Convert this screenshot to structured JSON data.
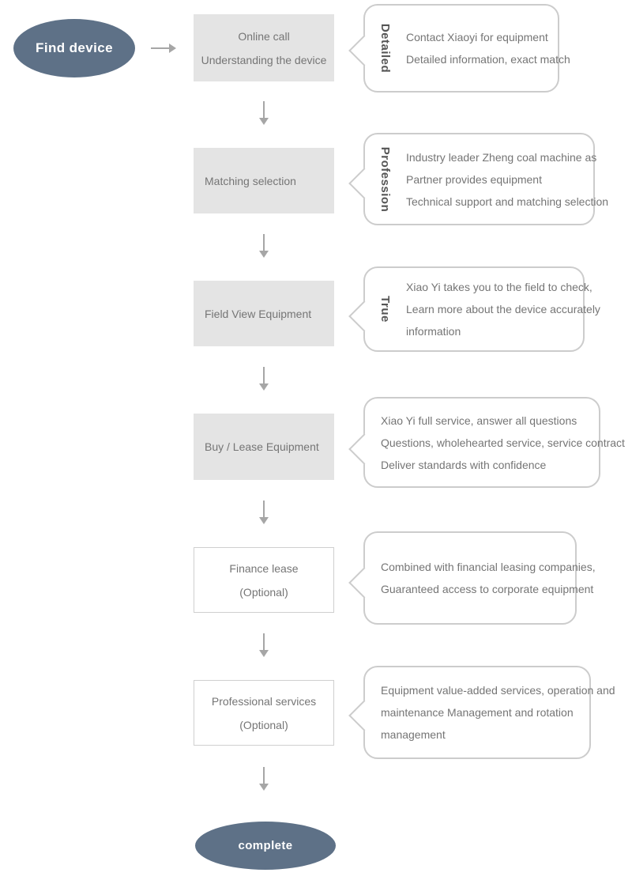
{
  "colors": {
    "node_fill": "#5e7187",
    "box_fill": "#e4e4e4",
    "box_border": "#cfcfcf",
    "bubble_border": "#cccccc",
    "text": "#757575",
    "label": "#555555",
    "arrow": "#a6a6a6"
  },
  "start": {
    "label": "Find device"
  },
  "end": {
    "label": "complete"
  },
  "icons": {
    "right_arrow": "right-arrow",
    "down_arrow": "down-arrow"
  },
  "steps": [
    {
      "box_lines": [
        "Online call",
        "Understanding the device"
      ],
      "box_style": "filled",
      "align": "center",
      "bubble": {
        "label": "Detailed",
        "lines": [
          "Contact Xiaoyi for equipment",
          "Detailed information, exact match"
        ]
      }
    },
    {
      "box_lines": [
        "Matching selection"
      ],
      "box_style": "filled",
      "align": "left",
      "bubble": {
        "label": "Profession",
        "lines": [
          "Industry leader Zheng coal machine as",
          "Partner provides equipment",
          "Technical support and matching selection"
        ]
      }
    },
    {
      "box_lines": [
        "Field View Equipment"
      ],
      "box_style": "filled",
      "align": "left",
      "bubble": {
        "label": "True",
        "lines": [
          "Xiao Yi takes you to the field to check,",
          "Learn more about the device accurately",
          "information"
        ]
      }
    },
    {
      "box_lines": [
        "Buy / Lease Equipment"
      ],
      "box_style": "filled",
      "align": "left",
      "bubble": {
        "label": "",
        "lines": [
          "Xiao Yi full service, answer all questions",
          "Questions, wholehearted service, service contract",
          "Deliver standards with confidence"
        ]
      }
    },
    {
      "box_lines": [
        "Finance lease",
        "(Optional)"
      ],
      "box_style": "outlined",
      "align": "center",
      "bubble": {
        "label": "",
        "lines": [
          "Combined with financial leasing companies,",
          "Guaranteed access to corporate equipment"
        ]
      }
    },
    {
      "box_lines": [
        "Professional services",
        "(Optional)"
      ],
      "box_style": "outlined",
      "align": "center",
      "bubble": {
        "label": "",
        "lines": [
          "Equipment value-added services, operation and",
          "maintenance Management and rotation",
          "management"
        ]
      }
    }
  ]
}
